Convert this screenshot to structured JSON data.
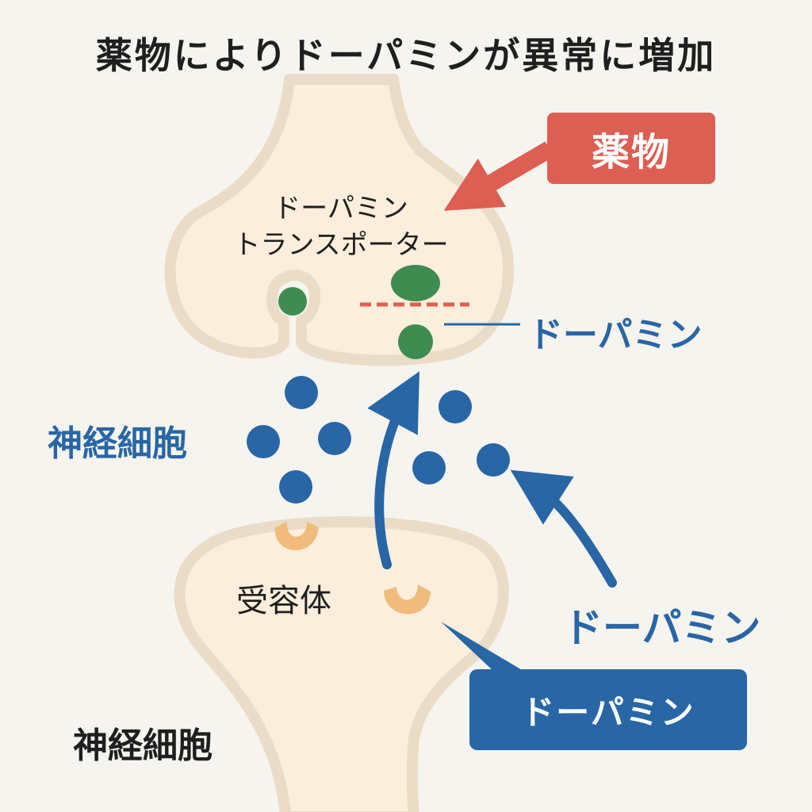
{
  "title": "薬物によりドーパミンが異常に増加",
  "labels": {
    "transporter_line1": "ドーパミン",
    "transporter_line2": "トランスポーター",
    "drug": "薬物",
    "dopamine_top": "ドーパミン",
    "neuron_left": "神経細胞",
    "receptor": "受容体",
    "dopamine_right": "ドーパミン",
    "dopamine_box": "ドーパミン",
    "neuron_bottom": "神経細胞"
  },
  "colors": {
    "background": "#f6f4ef",
    "neuron_fill": "#fbeedc",
    "neuron_outline": "#eadcc6",
    "drug_red": "#dd5e52",
    "dopamine_blue": "#2866a6",
    "transporter_green": "#3f8c51",
    "receptor_orange": "#f1bb7b"
  }
}
